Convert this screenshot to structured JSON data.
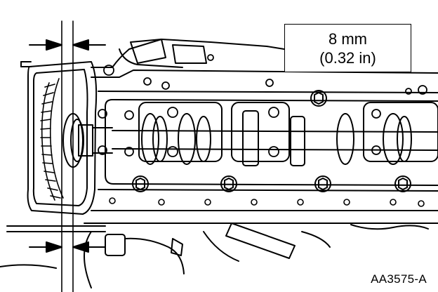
{
  "callout": {
    "metric": "8 mm",
    "imperial": "(0.32 in)"
  },
  "figure_id": "AA3575-A",
  "colors": {
    "ink": "#000000",
    "paper": "#ffffff"
  }
}
